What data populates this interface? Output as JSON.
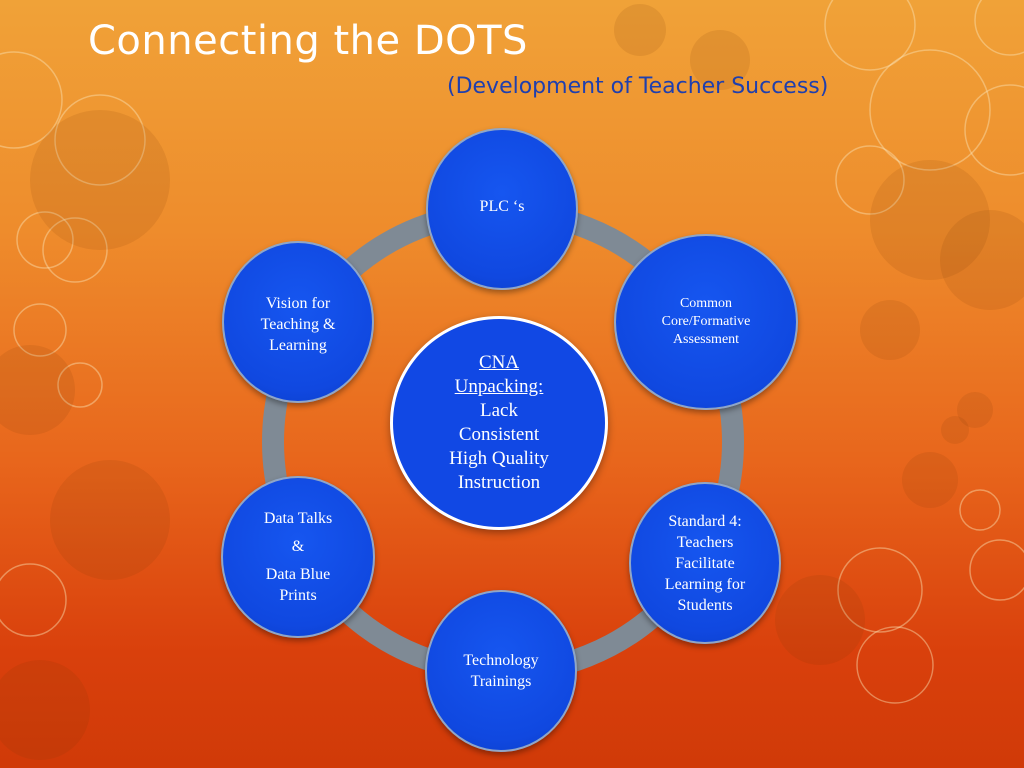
{
  "title": "Connecting the DOTS",
  "subtitle": "(Development of Teacher Success)",
  "center": {
    "heading_lines": [
      "CNA",
      "Unpacking:"
    ],
    "body_lines": [
      "Lack",
      "Consistent",
      "High Quality",
      "Instruction"
    ]
  },
  "nodes": {
    "plc": [
      "PLC ‘s"
    ],
    "common_core": [
      "Common",
      "Core/Formative",
      "Assessment"
    ],
    "standard4": [
      "Standard 4:",
      "Teachers",
      "Facilitate",
      "Learning for",
      "Students"
    ],
    "technology": [
      "Technology",
      "Trainings"
    ],
    "data_talks": {
      "line1": "Data Talks",
      "amp": "&",
      "line2": "Data Blue",
      "line3": "Prints"
    },
    "vision": [
      "Vision for",
      "Teaching &",
      "Learning"
    ]
  },
  "colors": {
    "node_fill": "#1048e0",
    "ring": "#7f8a95",
    "title": "#ffffff",
    "subtitle": "#1f3fae"
  }
}
